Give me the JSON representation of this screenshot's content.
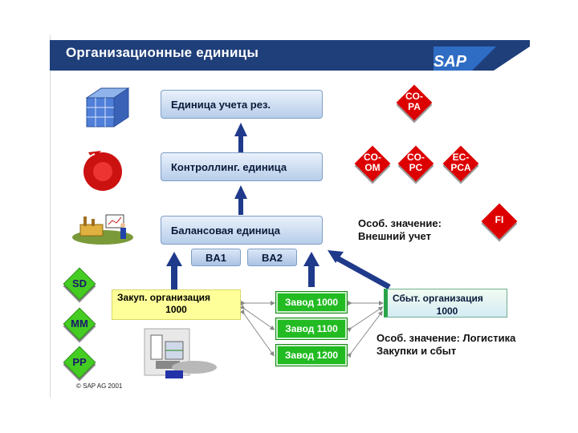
{
  "header": {
    "title": "Организационные единицы",
    "logo": "SAP"
  },
  "hierarchy": {
    "level1": "Единица учета рез.",
    "level2": "Контроллинг. единица",
    "level3": "Балансовая единица",
    "business_areas": [
      "BA1",
      "BA2"
    ]
  },
  "modules_red": [
    {
      "label": "CO-\nPA"
    },
    {
      "label": "CO-\nOM"
    },
    {
      "label": "CO-\nPC"
    },
    {
      "label": "EC-\nPCA"
    },
    {
      "label": "FI"
    }
  ],
  "modules_green": [
    "SD",
    "MM",
    "PP"
  ],
  "purchasing_org": {
    "line1": "Закуп. организация",
    "line2": "1000"
  },
  "plants": [
    "Завод 1000",
    "Завод 1100",
    "Завод 1200"
  ],
  "sales_org": {
    "line1": "Сбыт. организация",
    "line2": "1000"
  },
  "notes": {
    "external": {
      "line1": "Особ. значение:",
      "line2": "Внешний учет"
    },
    "logistics": {
      "line1": "Особ. значение: Логистика",
      "line2": "Закупки и сбыт"
    }
  },
  "copyright": "© SAP AG 2001",
  "colors": {
    "title_bar": "#1f3f7a",
    "accent_red": "#dd0000",
    "plant_green": "#22bb22",
    "arrow_blue": "#1f3a8a"
  }
}
